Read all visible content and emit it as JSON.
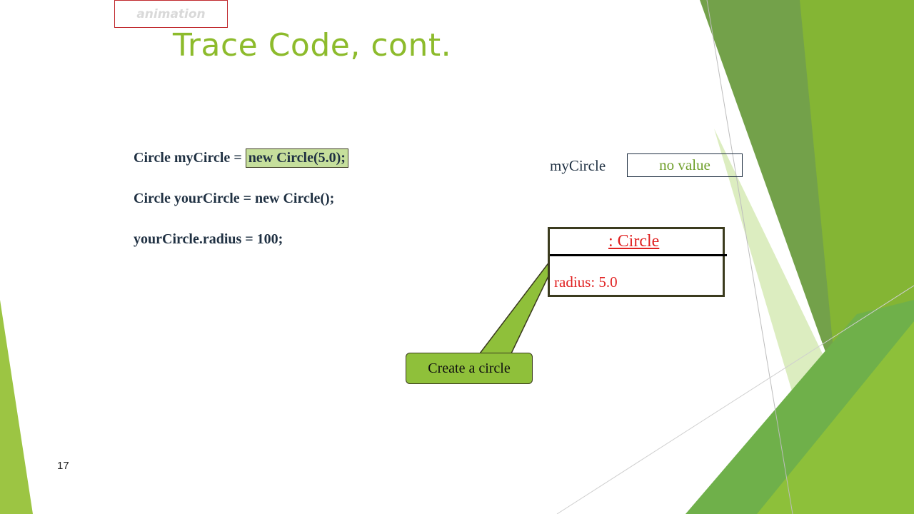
{
  "slide": {
    "animation_label": "animation",
    "title": "Trace Code, cont.",
    "number": "17"
  },
  "code": {
    "line1_prefix": "Circle myCircle = ",
    "line1_highlight": "new Circle(5.0);",
    "line2": "Circle yourCircle = new Circle();",
    "line3": "yourCircle.radius = 100;"
  },
  "variable": {
    "name": "myCircle",
    "value": "no value"
  },
  "object": {
    "class_label": ": Circle",
    "field": "radius: 5.0"
  },
  "callout": {
    "text": "Create a circle"
  },
  "colors": {
    "title": "#8dbb2c",
    "accent_green": "#8fc03a",
    "highlight": "#c6df9c",
    "object_text": "#e02020"
  }
}
